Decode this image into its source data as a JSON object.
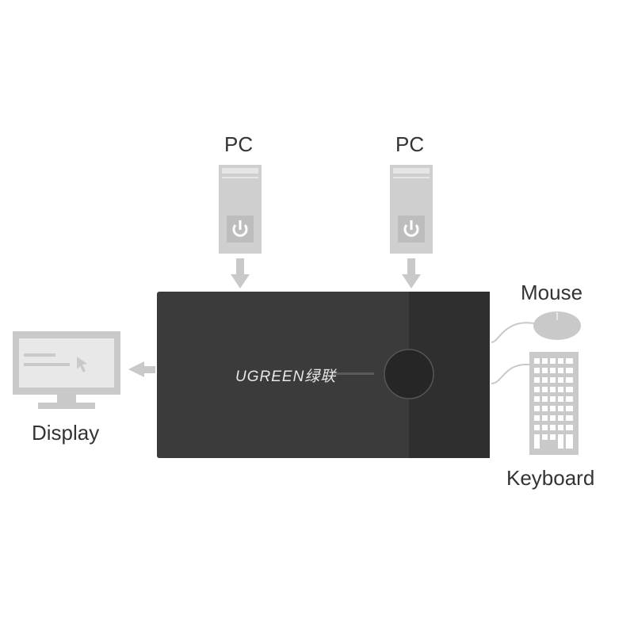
{
  "labels": {
    "pc_left": "PC",
    "pc_right": "PC",
    "mouse": "Mouse",
    "keyboard": "Keyboard",
    "display": "Display"
  },
  "switch": {
    "brand": "UGREEN",
    "brand_cn": "绿联",
    "body_color": "#3a3a3a",
    "panel_color": "#2e2e2e"
  },
  "colors": {
    "device_gray": "#c9c9c9",
    "text": "#333333"
  }
}
